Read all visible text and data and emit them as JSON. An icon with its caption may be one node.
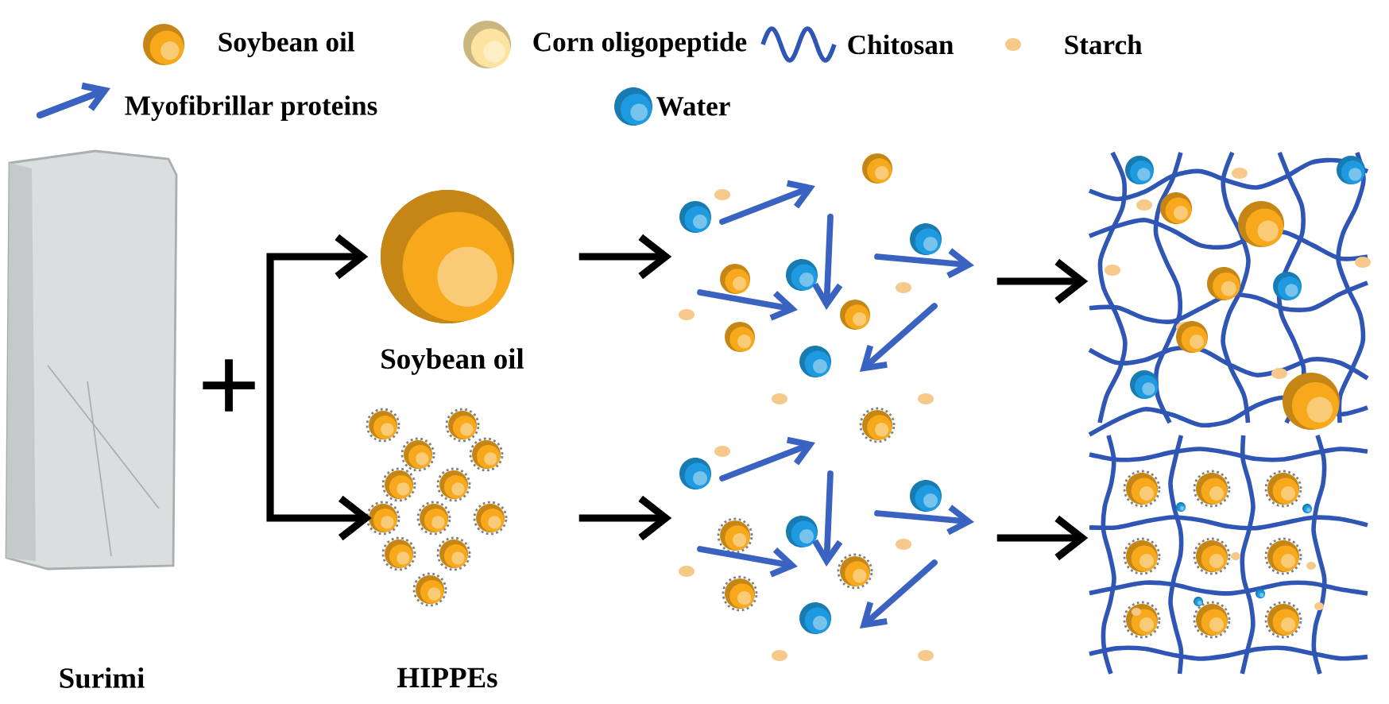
{
  "diagram": {
    "nodes": [
      {
        "text": [],
        "shape": "picture",
        "beside": [
          "Surimi"
        ]
      },
      {
        "text": [],
        "shape": "circle",
        "beside": [
          "Soybean oil"
        ]
      },
      {
        "text": [],
        "shape": "picture",
        "beside": [
          "HIPPEs"
        ]
      },
      {
        "text": [],
        "shape": "picture"
      },
      {
        "text": [],
        "shape": "picture"
      },
      {
        "text": [],
        "shape": "picture"
      },
      {
        "text": [],
        "shape": "picture"
      }
    ],
    "edges": [
      {
        "from": null,
        "to": 1,
        "arrow": "to"
      },
      {
        "from": null,
        "to": 2,
        "arrow": "to"
      },
      {
        "from": 1,
        "to": 3,
        "arrow": "to"
      },
      {
        "from": 3,
        "to": 5,
        "arrow": "to"
      },
      {
        "from": 2,
        "to": 4,
        "arrow": "to"
      },
      {
        "from": 4,
        "to": 6,
        "arrow": "to"
      }
    ],
    "labels": [
      "+"
    ],
    "legend": [
      {
        "text": "Soybean oil"
      },
      {
        "text": "Corn oligopeptide"
      },
      {
        "text": "Chitosan"
      },
      {
        "text": "Starch"
      },
      {
        "text": "Myofibrillar proteins"
      },
      {
        "text": "Water"
      }
    ]
  }
}
